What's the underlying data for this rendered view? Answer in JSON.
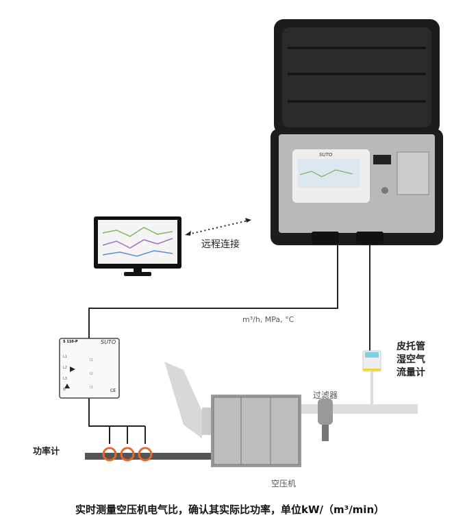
{
  "labels": {
    "remote": "远程连接",
    "units": "m³/h, MPa, °C",
    "flowmeter": [
      "皮托管",
      "湿空气",
      "流量计"
    ],
    "filter": "过滤器",
    "compressor": "空压机",
    "power_meter": "功率计",
    "caption": "实时测量空压机电气比，确认其实际比功率，单位kW/（m³/min）"
  },
  "power_meter_device": {
    "model": "S 110-P",
    "brand": "SUTO",
    "phases": [
      "L1",
      "L2",
      "L3",
      "N"
    ],
    "channels": [
      "I1",
      "I2",
      "I3"
    ],
    "mark": "CE"
  },
  "logger": {
    "brand": "SUTO"
  },
  "colors": {
    "clamp": "#e8672a",
    "pipe": "#d8d8d8",
    "case": "#1e1e1e",
    "line": "#222222"
  }
}
